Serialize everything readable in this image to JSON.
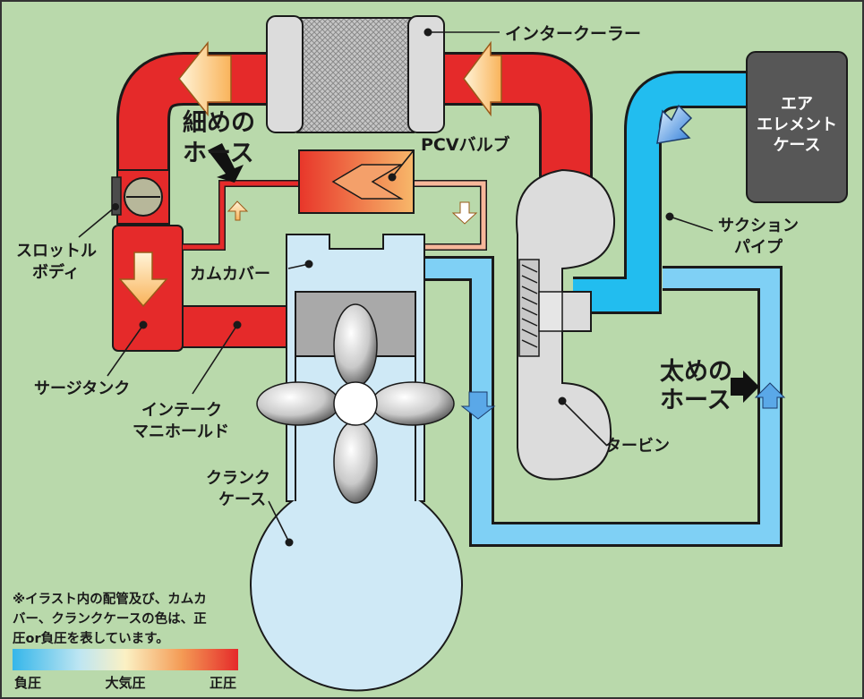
{
  "labels": {
    "intercooler": "インタークーラー",
    "thin_hose_1": "細めの",
    "thin_hose_2": "ホース",
    "pcv_valve": "PCVバルブ",
    "element_case_1": "エア",
    "element_case_2": "エレメント",
    "element_case_3": "ケース",
    "throttle_1": "スロットル",
    "throttle_2": "ボディ",
    "cam_cover": "カムカバー",
    "suction_1": "サクション",
    "suction_2": "パイプ",
    "thick_hose_1": "太めの",
    "thick_hose_2": "ホース",
    "surge_tank": "サージタンク",
    "intake_1": "インテーク",
    "intake_2": "マニホールド",
    "turbine": "タービン",
    "crankcase_1": "クランク",
    "crankcase_2": "ケース"
  },
  "note": {
    "line1": "※イラスト内の配管及び、カムカ",
    "line2": "バー、クランクケースの色は、正",
    "line3": "圧or負圧を表しています。"
  },
  "legend": {
    "negative": "負圧",
    "atmospheric": "大気圧",
    "positive": "正圧",
    "gradient_colors": [
      "#35b6ea",
      "#bfe6f2",
      "#fbf1c4",
      "#f49b55",
      "#e52a2a"
    ]
  },
  "colors": {
    "background": "#b9d9ab",
    "positive_pressure": "#e52a2a",
    "negative_pressure": "#2ab9ea",
    "cam_cover": "#cfe9f6",
    "element_case": "#575757"
  }
}
